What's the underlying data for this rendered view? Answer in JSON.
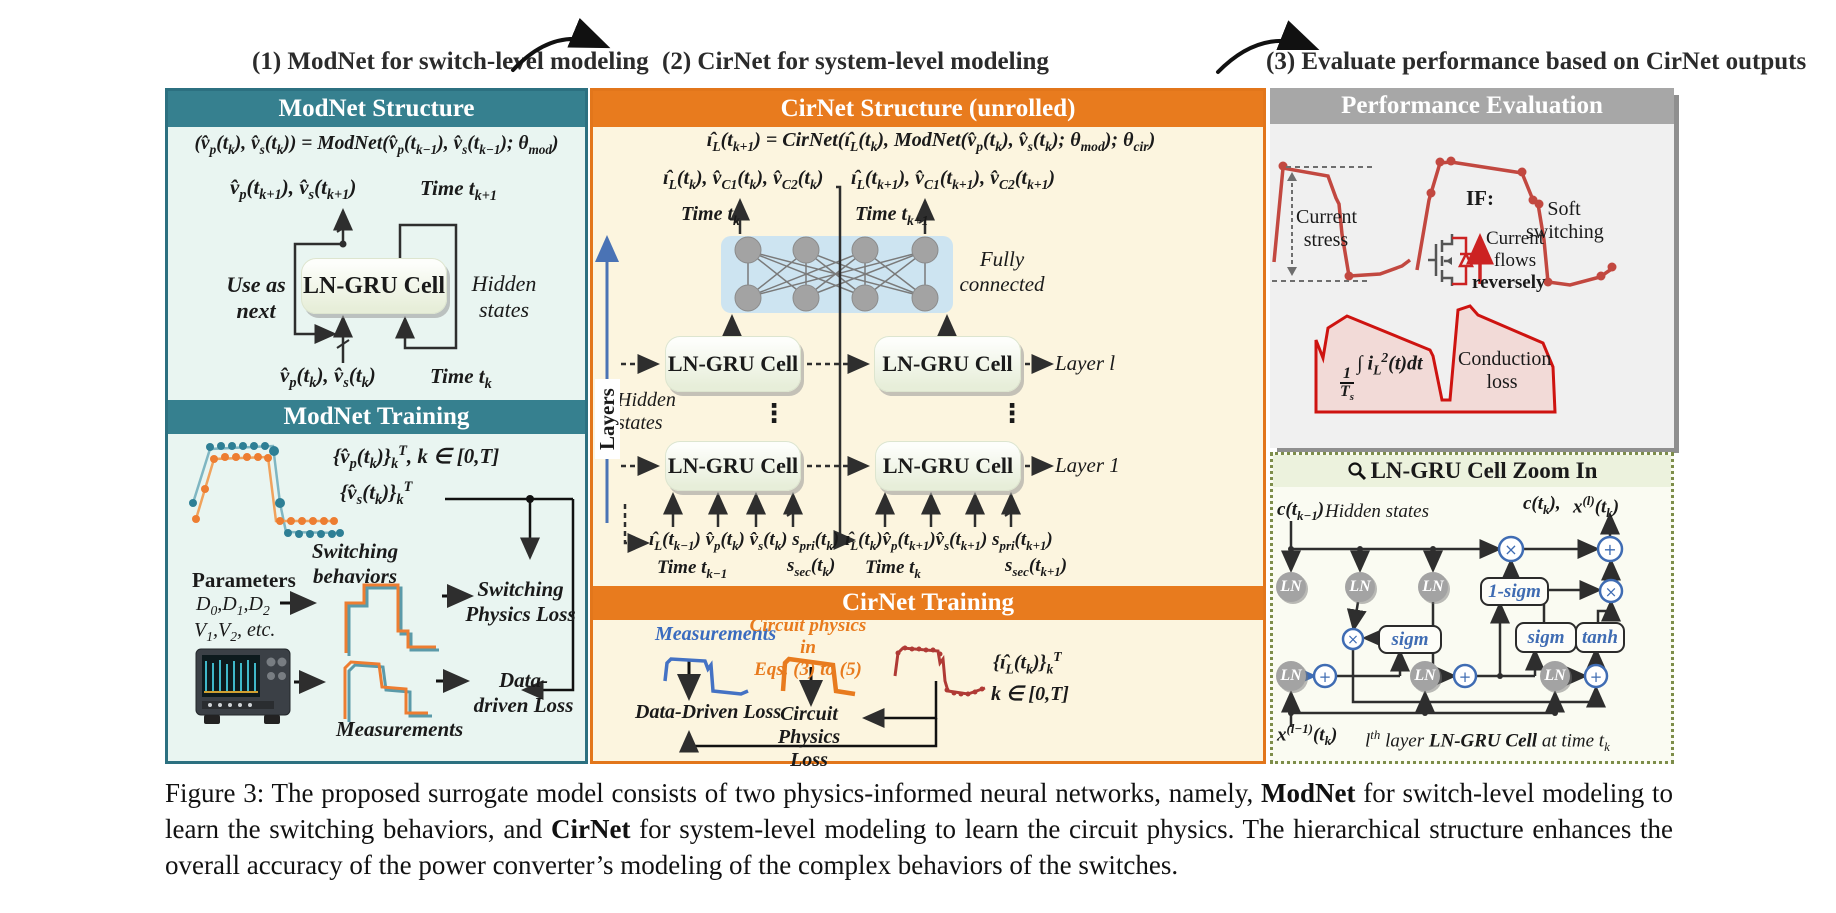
{
  "sections": {
    "s1": "(1) ModNet for switch-level modeling",
    "s2": "(2) CirNet for system-level modeling",
    "s3": "(3) Evaluate performance based on CirNet outputs"
  },
  "modnet": {
    "structure_title": "ModNet Structure",
    "formula": "(v̂<sub>p</sub>(t<sub>k</sub>), v̂<sub>s</sub>(t<sub>k</sub>)) = ModNet(v̂<sub>p</sub>(t<sub>k−1</sub>), v̂<sub>s</sub>(t<sub>k−1</sub>); θ<sub>mod</sub>)",
    "out_label": "v̂<sub>p</sub>(t<sub>k+1</sub>), v̂<sub>s</sub>(t<sub>k+1</sub>)",
    "out_time": "Time t<sub>k+1</sub>",
    "use_as_next": "Use as<br>next",
    "cell": "LN-GRU Cell",
    "hidden": "Hidden<br>states",
    "in_label": "v̂<sub>p</sub>(t<sub>k</sub>), v̂<sub>s</sub>(t<sub>k</sub>)",
    "in_time": "Time t<sub>k</sub>",
    "training_title": "ModNet Training",
    "f1": "{v̂<sub>p</sub>(t<sub>k</sub>)}<sub>k</sub><sup>T</sup>, k ∈ [0,T]",
    "f2": "{v̂<sub>s</sub>(t<sub>k</sub>)}<sub>k</sub><sup>T</sup>",
    "behaviors": "Switching<br>behaviors",
    "parameters": "Parameters",
    "params1": "D<sub>0</sub>,D<sub>1</sub>,D<sub>2</sub>",
    "params2": "V<sub>1</sub>,V<sub>2</sub>, etc.",
    "sw_loss": "Switching<br>Physics Loss",
    "dd_loss": "Data-<br>driven Loss",
    "measurements": "Measurements"
  },
  "cirnet": {
    "structure_title": "CirNet Structure (unrolled)",
    "formula": "ı̂<sub>L</sub>(t<sub>k+1</sub>) = CirNet(ı̂<sub>L</sub>(t<sub>k</sub>), ModNet(v̂<sub>p</sub>(t<sub>k</sub>), v̂<sub>s</sub>(t<sub>k</sub>); θ<sub>mod</sub>); θ<sub>cir</sub>)",
    "out_left": "ı̂<sub>L</sub>(t<sub>k</sub>), v̂<sub>C1</sub>(t<sub>k</sub>), v̂<sub>C2</sub>(t<sub>k</sub>)",
    "out_right": "ı̂<sub>L</sub>(t<sub>k+1</sub>), v̂<sub>C1</sub>(t<sub>k+1</sub>), v̂<sub>C2</sub>(t<sub>k+1</sub>)",
    "time_k": "Time t<sub>k</sub>",
    "time_k1": "Time t<sub>k+1</sub>",
    "fully": "Fully<br>connected",
    "cell": "LN-GRU Cell",
    "layer_l": "Layer l",
    "layer_1": "Layer 1",
    "layers": "Layers",
    "hidden": "Hidden<br>states",
    "in_left": "ı̂<sub>L</sub>(t<sub>k−1</sub>) v̂<sub>p</sub>(t<sub>k</sub>) v̂<sub>s</sub>(t<sub>k</sub>) s<sub>pri</sub>(t<sub>k</sub>)",
    "in_left_time": "Time t<sub>k−1</sub>",
    "in_left_sec": "s<sub>sec</sub>(t<sub>k</sub>)",
    "in_right": "ı̂<sub>L</sub>(t<sub>k</sub>)v̂<sub>p</sub>(t<sub>k+1</sub>)v̂<sub>s</sub>(t<sub>k+1</sub>) s<sub>pri</sub>(t<sub>k+1</sub>)",
    "in_right_time": "Time t<sub>k</sub>",
    "in_right_sec": "s<sub>sec</sub>(t<sub>k+1</sub>)",
    "training_title": "CirNet Training",
    "meas": "Measurements",
    "physics": "Circuit physics in<br>Eqs. (3) to (5)",
    "dd_loss": "Data-Driven Loss",
    "cp_loss": "Circuit Physics<br>Loss",
    "f3": "{ı̂<sub>L</sub>(t<sub>k</sub>)}<sub>k</sub><sup>T</sup>",
    "f3b": "k ∈ [0,T]"
  },
  "perf": {
    "title": "Performance Evaluation",
    "stress": "Current<br>stress",
    "if_label": "IF:",
    "flows": "Current<br>flows",
    "reversely": "reversely",
    "soft": "Soft<br>switching",
    "integral": "<span class=\"fr\"><i>1</i><i>T<sub>s</sub></i></span>∫ i<sub>L</sub><sup>2</sup>(t)dt",
    "closs": "Conduction<br>loss"
  },
  "zoomin": {
    "title": "LN-GRU Cell Zoom In",
    "c_prev": "c(t<sub>k−1</sub>)",
    "hidden": "Hidden states",
    "c_out": "c(t<sub>k</sub>),",
    "x_out": "x<sup>(l)</sup>(t<sub>k</sub>)",
    "ln": "LN",
    "one_sigm": "1-sigm",
    "sigm": "sigm",
    "tanh": "tanh",
    "x_in": "x<sup>(l−1)</sup>(t<sub>k</sub>)",
    "footer": "l<sup>th</sup> layer <b>LN-GRU Cell</b> at time t<sub>k</sub>"
  },
  "caption": "Figure 3: The proposed surrogate model consists of two physics-informed neural networks, namely, <b>ModNet</b> for switch-level modeling to learn the switching behaviors, and <b>CirNet</b> for system-level modeling to learn the circuit physics. The hierarchical structure enhances the overall accuracy of the power converter’s modeling of the complex behaviors of the switches.",
  "colors": {
    "teal_header": "#36808f",
    "teal_bg": "#e9f5f1",
    "orange_header": "#e87b1e",
    "cream_bg": "#fcf5df",
    "gray_header": "#a7a7a7",
    "gray_bg": "#f0f0f0",
    "red": "#c24840",
    "dark_red": "#ce1310",
    "measurement_blue": "#4472c4",
    "node_blue": "#3f6cb3",
    "olive_border": "#7d8d4a",
    "fully_connected_bg": "#cde4f1"
  }
}
